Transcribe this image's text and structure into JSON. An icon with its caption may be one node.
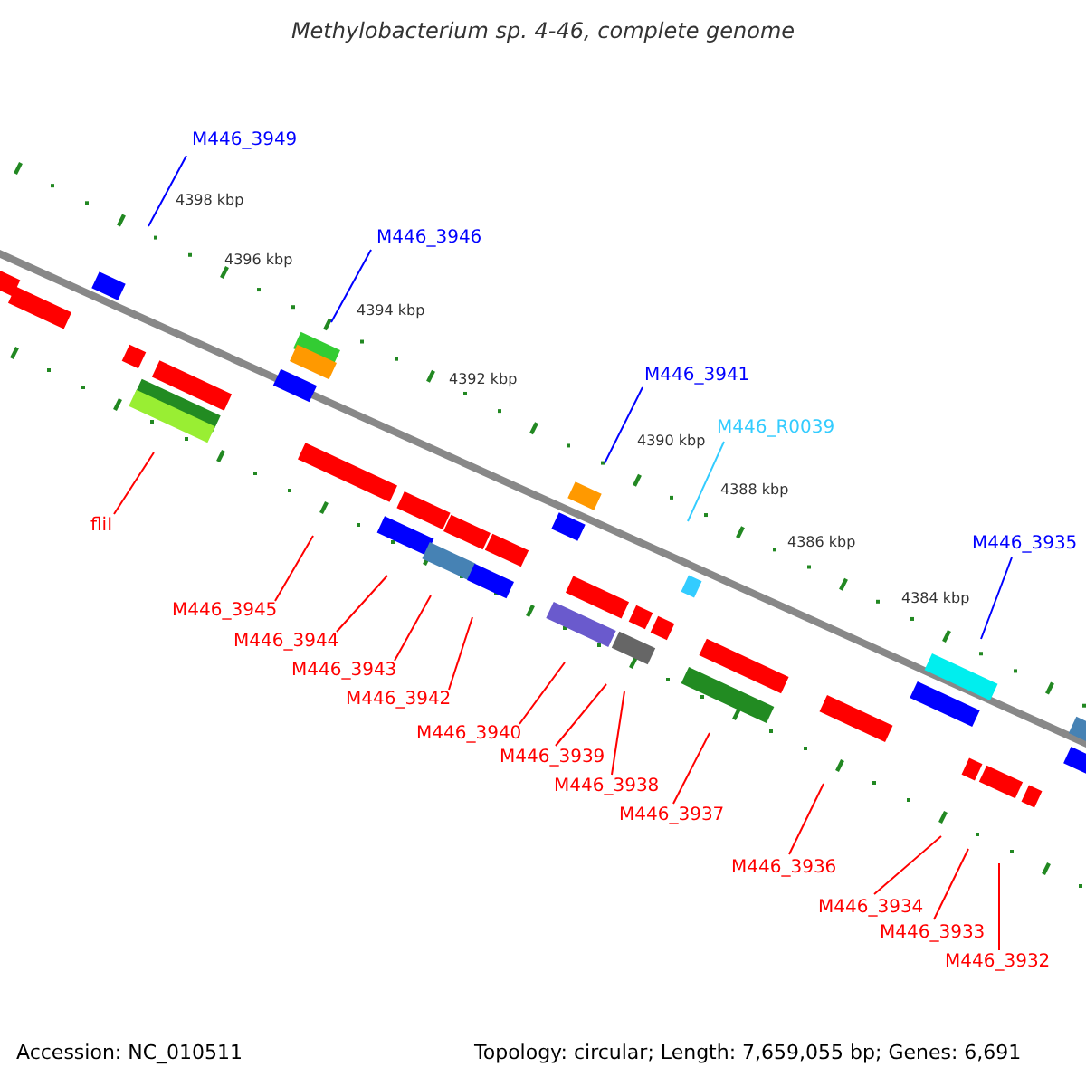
{
  "diagram": {
    "title": "Methylobacterium sp. 4-46, complete genome",
    "nodes": [
      {
        "text": [
          "M446_3949"
        ]
      },
      {
        "text": [
          "M446_3946"
        ]
      },
      {
        "text": [
          "M446_3941"
        ]
      },
      {
        "text": [
          "M446_R0039"
        ]
      },
      {
        "text": [
          "fliI"
        ]
      },
      {
        "text": [
          "M446_3935"
        ]
      },
      {
        "text": [
          "M446_3945"
        ]
      },
      {
        "text": [
          "M446_3944"
        ]
      },
      {
        "text": [
          "M446_3943"
        ]
      },
      {
        "text": [
          "M446_3942"
        ]
      },
      {
        "text": [
          "M446_3940"
        ]
      },
      {
        "text": [
          "M446_3939"
        ]
      },
      {
        "text": [
          "M446_3938"
        ]
      },
      {
        "text": [
          "M446_3937"
        ]
      },
      {
        "text": [
          "M446_3936"
        ]
      },
      {
        "text": [
          "M446_3934"
        ]
      },
      {
        "text": [
          "M446_3933"
        ]
      },
      {
        "text": [
          "M446_3932"
        ]
      }
    ],
    "edges": [
      {
        "from": 0,
        "to": null,
        "arrow": "none",
        "color": "#0000ff"
      },
      {
        "from": 1,
        "to": null,
        "arrow": "none",
        "color": "#0000ff"
      },
      {
        "from": 2,
        "to": null,
        "arrow": "none",
        "color": "#0000ff"
      },
      {
        "from": 3,
        "to": null,
        "arrow": "none",
        "color": "#33ccff"
      },
      {
        "from": 4,
        "to": null,
        "arrow": "none"
      },
      {
        "from": 5,
        "to": null,
        "arrow": "none",
        "color": "#0000ff"
      },
      {
        "from": 6,
        "to": null,
        "arrow": "none"
      },
      {
        "from": 7,
        "to": null,
        "arrow": "none"
      },
      {
        "from": 8,
        "to": null,
        "arrow": "none"
      },
      {
        "from": 9,
        "to": null,
        "arrow": "none"
      },
      {
        "from": 10,
        "to": null,
        "arrow": "none"
      },
      {
        "from": 11,
        "to": null,
        "arrow": "none"
      },
      {
        "from": 12,
        "to": null,
        "arrow": "none"
      },
      {
        "from": 13,
        "to": null,
        "arrow": "none"
      },
      {
        "from": 14,
        "to": null,
        "arrow": "none"
      },
      {
        "from": 15,
        "to": null,
        "arrow": "none"
      },
      {
        "from": 16,
        "to": null,
        "arrow": "none"
      },
      {
        "from": 17,
        "to": null,
        "arrow": "none"
      }
    ],
    "labels": [
      "4398 kbp",
      "4396 kbp",
      "4394 kbp",
      "4392 kbp",
      "4390 kbp",
      "4388 kbp",
      "4386 kbp",
      "4384 kbp",
      "Accession: NC_010511",
      "Topology: circular; Length: 7,659,055 bp; Genes: 6,691"
    ]
  }
}
